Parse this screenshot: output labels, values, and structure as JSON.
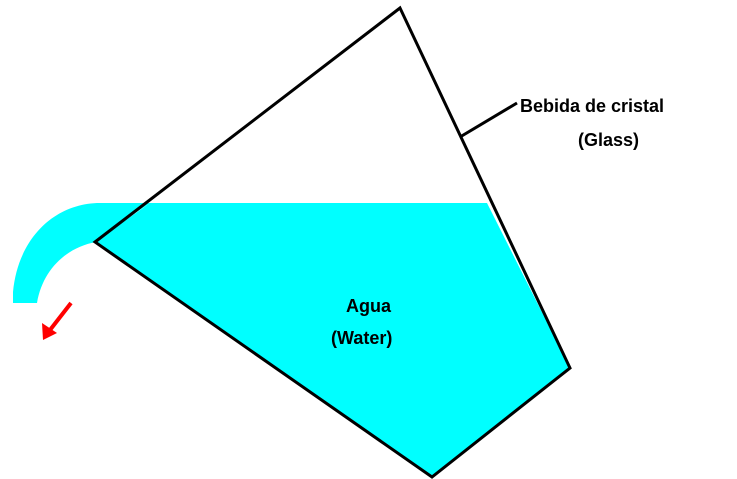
{
  "labels": {
    "glass_es": "Bebida de cristal",
    "glass_en": "(Glass)",
    "water_es": "Agua",
    "water_en": "(Water)"
  },
  "colors": {
    "water": "#00ffff",
    "outline": "#000000",
    "arrow": "#ff0000",
    "background": "#ffffff"
  }
}
